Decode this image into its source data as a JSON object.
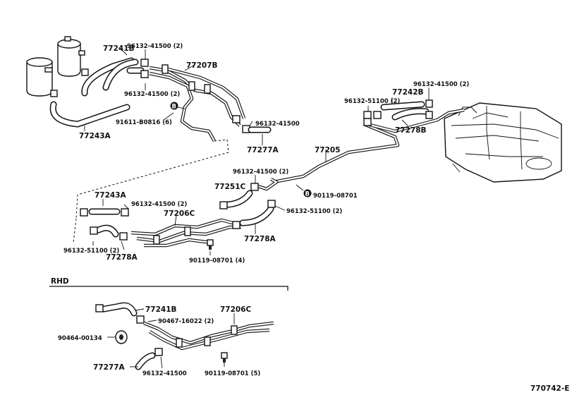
{
  "labels": {
    "p77241B_top": "77241B",
    "p96132_41500_2_a": "96132-41500 (2)",
    "p77207B": "77207B",
    "p96132_41500_2_b": "96132-41500 (2)",
    "bolt_B_1": "B",
    "p91611": "91611-B0816 (6)",
    "p96132_41500_a": "96132-41500",
    "p77243A_top": "77243A",
    "p77277A_top": "77277A",
    "p96132_41500_2_c": "96132-41500 (2)",
    "p77242B": "77242B",
    "p96132_51100_2_a": "96132-51100 (2)",
    "p77278B": "77278B",
    "p77205": "77205",
    "p96132_41500_2_d": "96132-41500 (2)",
    "p77251C": "77251C",
    "bolt_B_2": "B",
    "p90119_08701": "90119-08701",
    "p96132_51100_2_b": "96132-51100 (2)",
    "p77278A_mid": "77278A",
    "p77243A_mid": "77243A",
    "p96132_41500_2_e": "96132-41500 (2)",
    "p77206C_mid": "77206C",
    "p96132_51100_2_c": "96132-51100 (2)",
    "p77278A_left": "77278A",
    "p90119_08701_4": "90119-08701 (4)",
    "rhd": "RHD",
    "p77241B_rhd": "77241B",
    "p77206C_rhd": "77206C",
    "p90467": "90467-16022 (2)",
    "p90464": "90464-00134",
    "p77277A_rhd": "77277A",
    "p96132_41500_b": "96132-41500",
    "p90119_08701_5": "90119-08701 (5)",
    "figure_code": "770742-E"
  }
}
